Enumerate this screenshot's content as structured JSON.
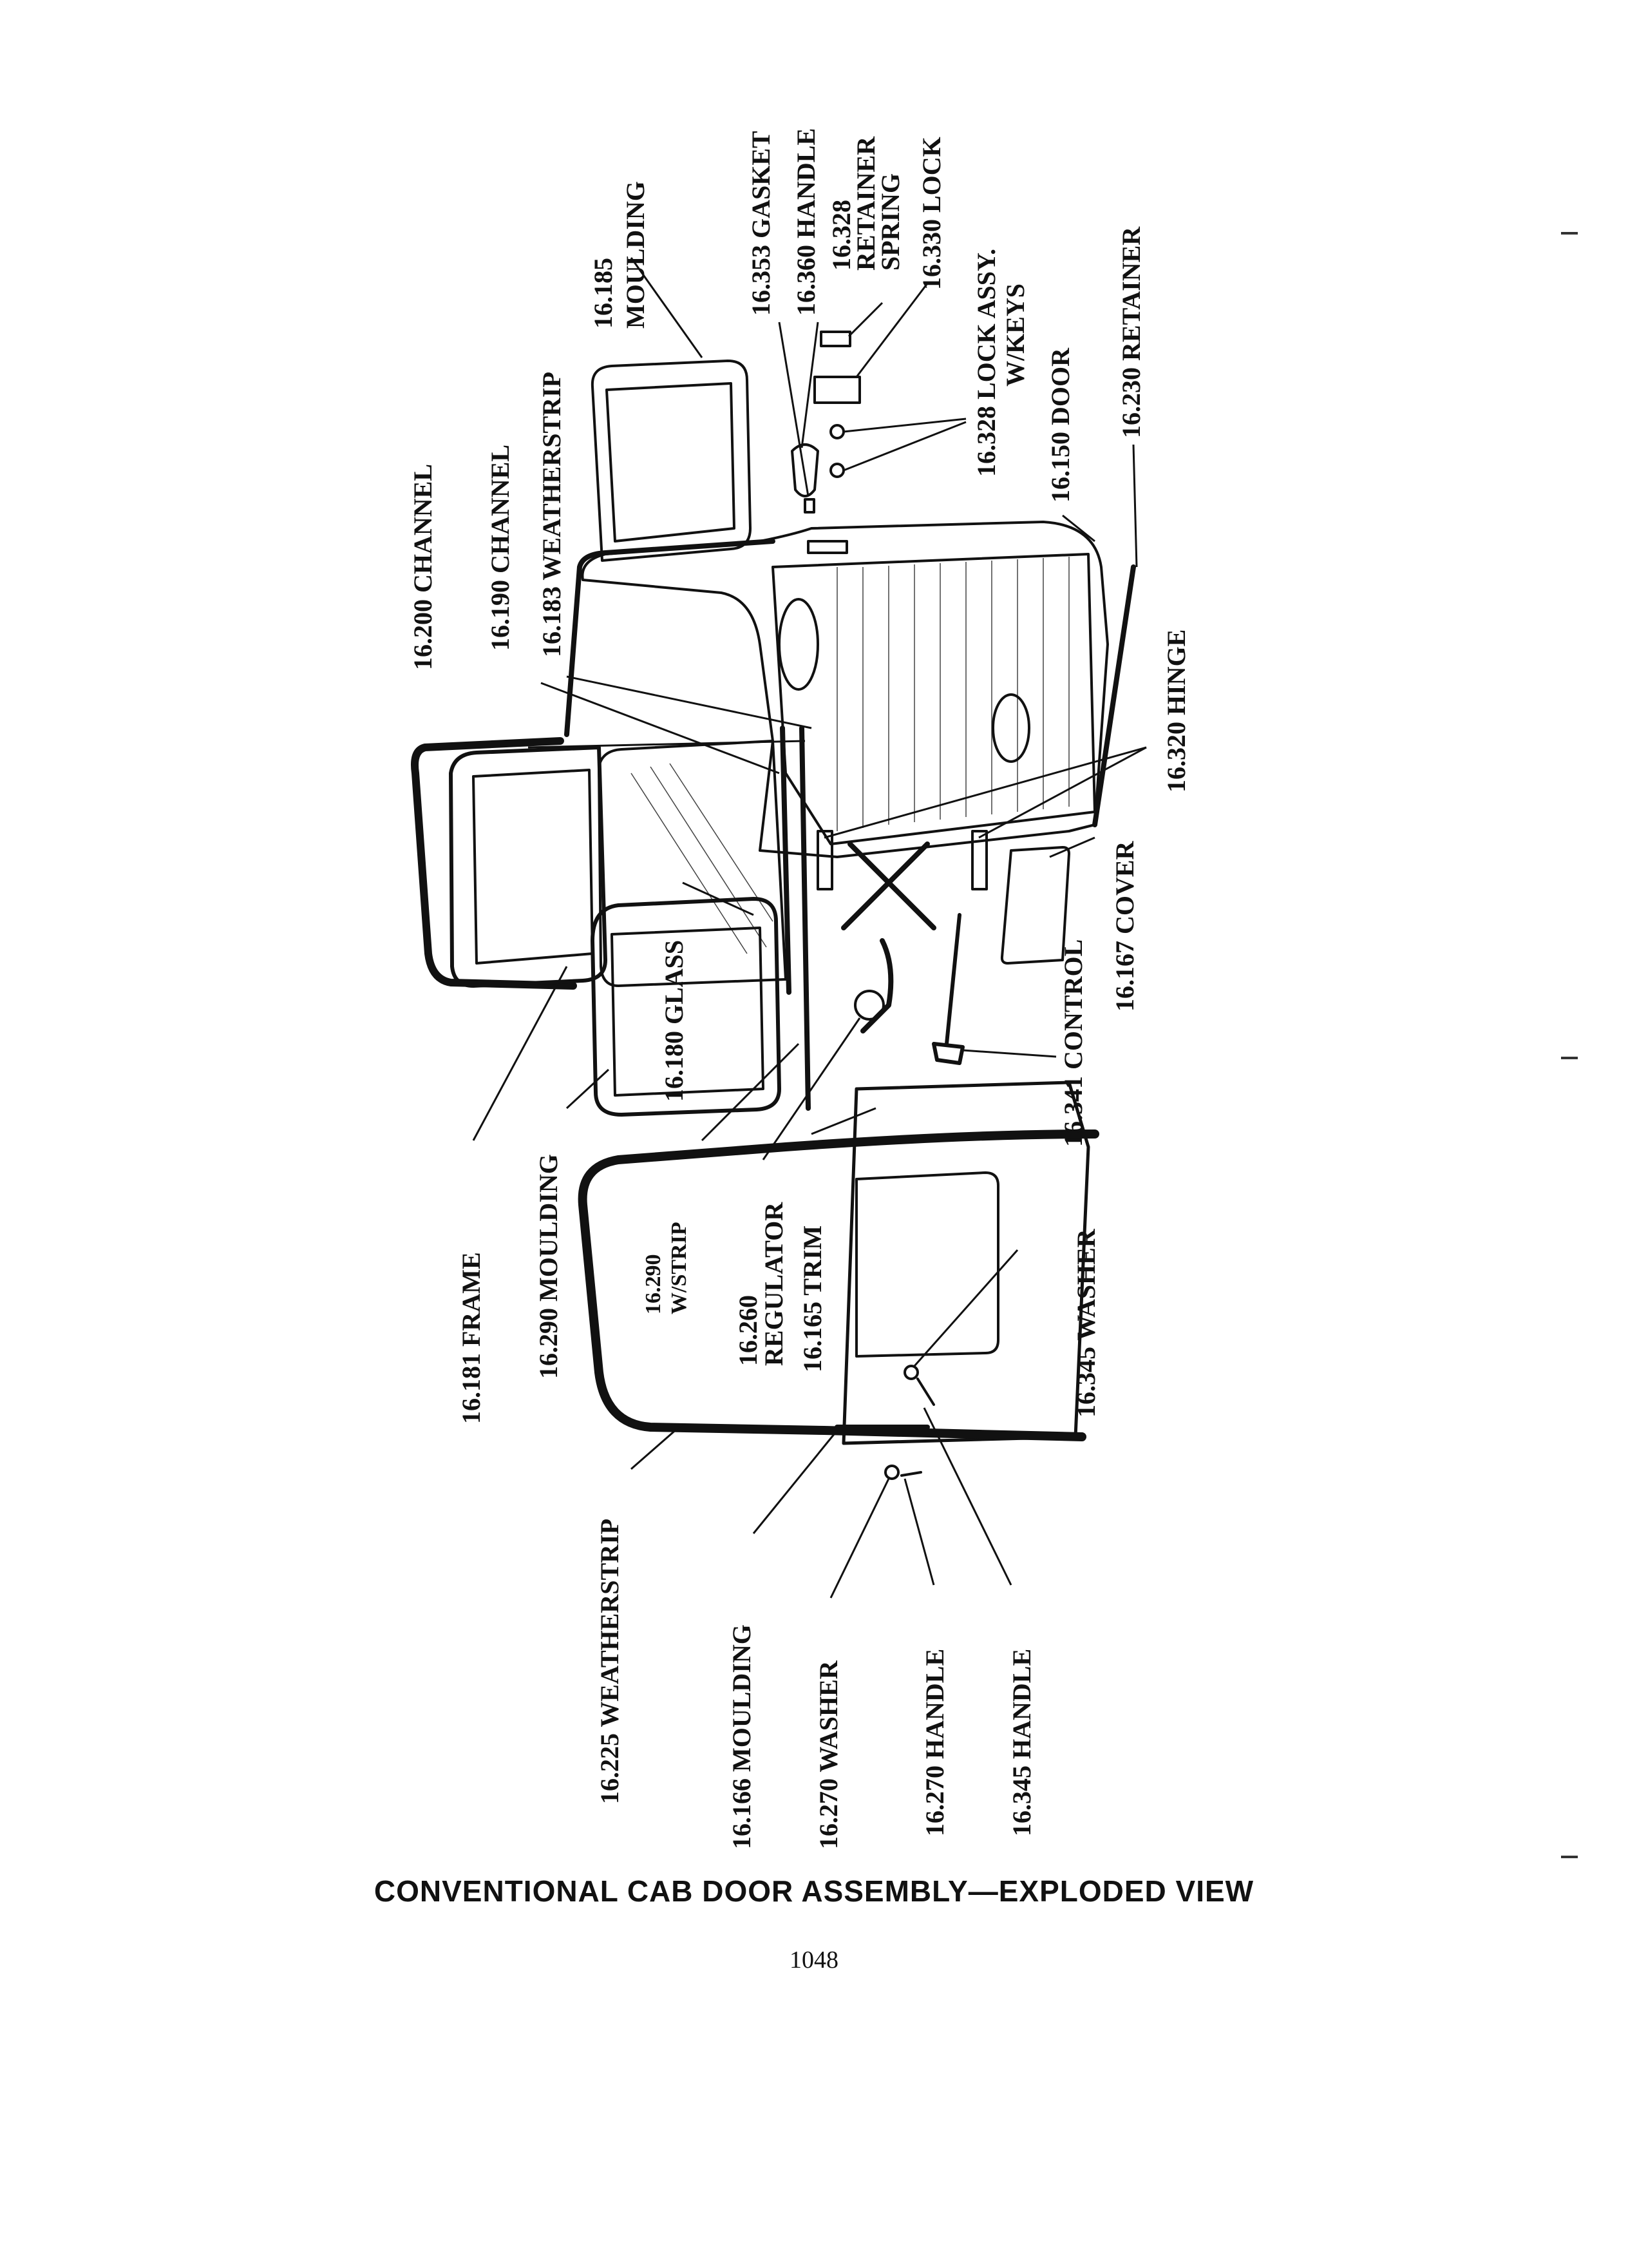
{
  "caption": "CONVENTIONAL CAB DOOR ASSEMBLY—EXPLODED VIEW",
  "page_number": "1048",
  "labels": [
    "16.200 CHANNEL",
    "16.190 CHANNEL",
    "16.183 WEATHERSTRIP",
    "16.185",
    "MOULDING",
    "16.353 GASKET",
    "16.360 HANDLE",
    "16.328",
    "RETAINER",
    "SPRING",
    "16.330 LOCK",
    "16.328 LOCK ASSY.",
    "W/KEYS",
    "16.150 DOOR",
    "16.230 RETAINER",
    "16.320 HINGE",
    "16.167 COVER",
    "16.341 CONTROL",
    "16.180 GLASS",
    "16.181 FRAME",
    "16.290 MOULDING",
    "16.290",
    "W/STRIP",
    "16.260",
    "REGULATOR",
    "16.165 TRIM",
    "16.345 WASHER",
    "16.225 WEATHERSTRIP",
    "16.166 MOULDING",
    "16.270 WASHER",
    "16.270 HANDLE",
    "16.345 HANDLE"
  ]
}
